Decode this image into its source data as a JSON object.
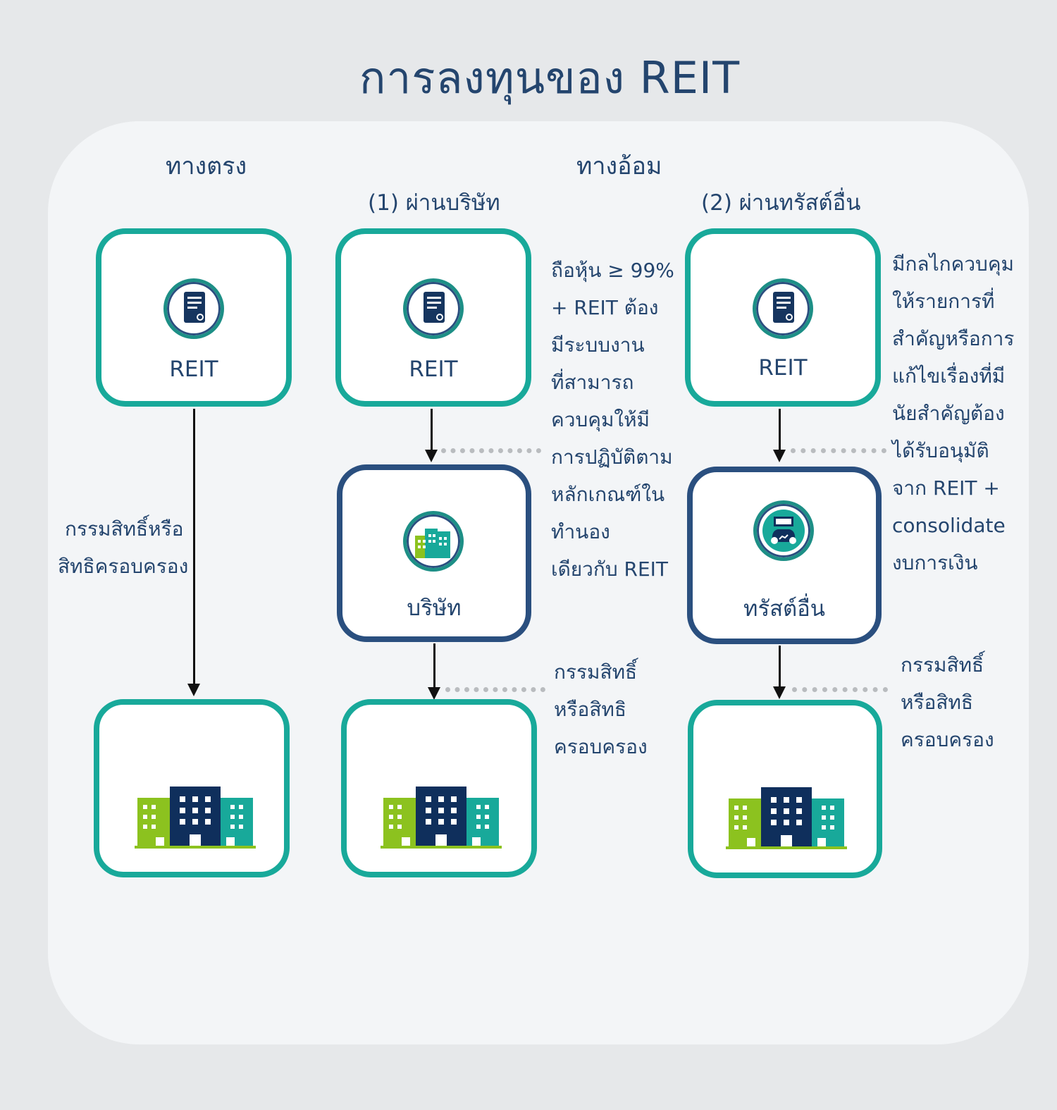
{
  "title": "การลงทุนของ REIT",
  "headings": {
    "direct": "ทางตรง",
    "indirect": "ทางอ้อม",
    "via_company": "(1) ผ่านบริษัท",
    "via_trust": "(2) ผ่านทรัสต์อื่น"
  },
  "boxes": {
    "reit_label": "REIT",
    "company_label": "บริษัท",
    "trust_label": "ทรัสต์อื่น"
  },
  "direct_edge_label": [
    "กรรมสิทธิ์หรือ",
    "สิทธิครอบครอง"
  ],
  "company_note": [
    "ถือหุ้น ≥ 99%",
    "+ REIT ต้อง",
    "มีระบบงาน",
    "ที่สามารถ",
    "ควบคุมให้มี",
    "การปฏิบัติตาม",
    "หลักเกณฑ์ใน",
    "ทำนอง",
    "เดียวกับ REIT"
  ],
  "company_ownership_note": [
    "กรรมสิทธิ์",
    "หรือสิทธิ",
    "ครอบครอง"
  ],
  "trust_note": [
    "มีกลไกควบคุม",
    "ให้รายการที่",
    "สำคัญหรือการ",
    "แก้ไขเรื่องที่มี",
    "นัยสำคัญต้อง",
    "ได้รับอนุมัติ",
    "จาก REIT +",
    "consolidate",
    "งบการเงิน"
  ],
  "trust_ownership_note": [
    "กรรมสิทธิ์",
    "หรือสิทธิ",
    "ครอบครอง"
  ],
  "colors": {
    "teal": "#18a99a",
    "navy": "#2a4f7f",
    "green": "#8cc21f",
    "dark_navy": "#0f2f5c",
    "text": "#24456e"
  },
  "icons": {
    "reit": "document-icon",
    "company": "office-building-icon",
    "trust": "money-bag-icon",
    "property": "buildings-icon"
  }
}
